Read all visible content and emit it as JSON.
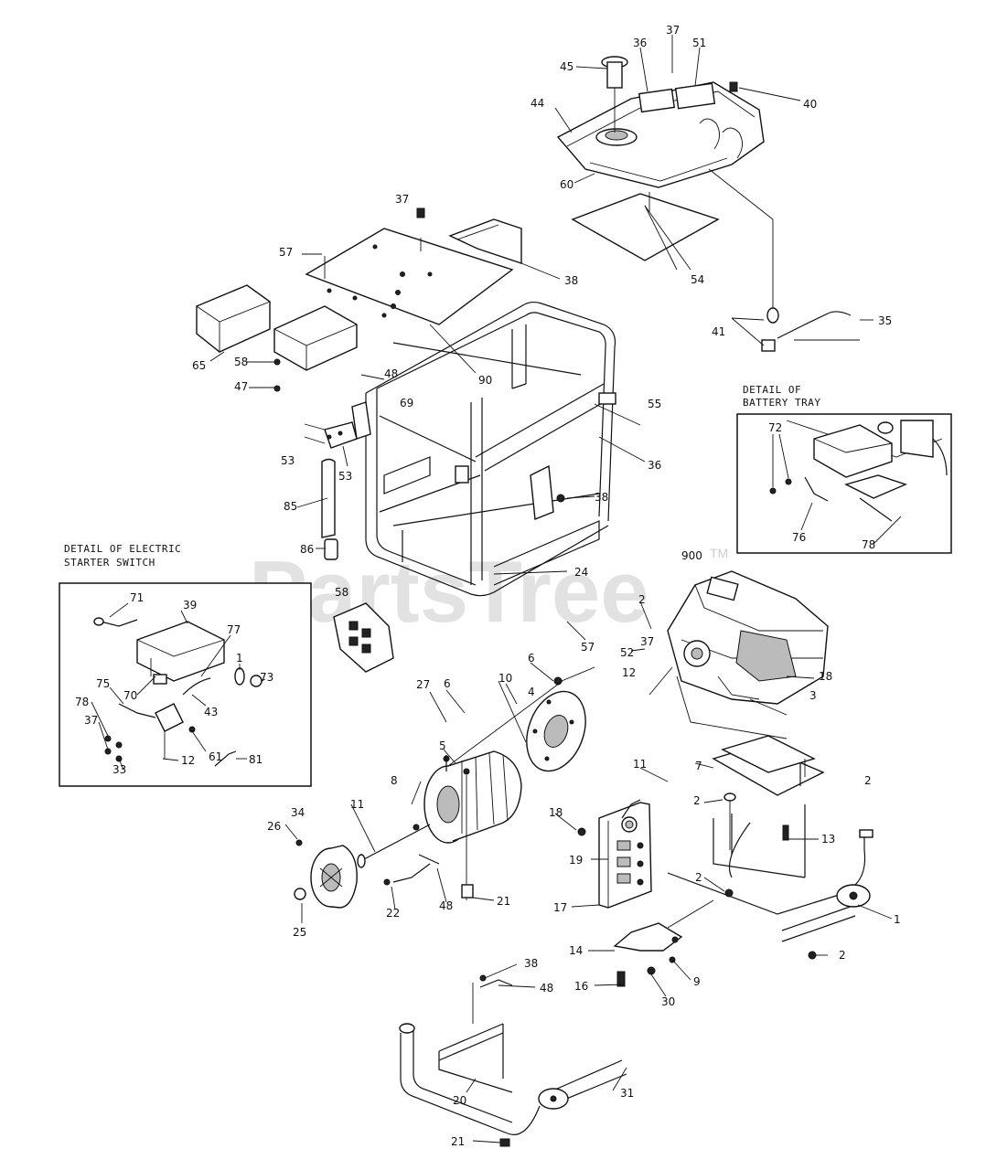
{
  "watermark": {
    "text": "PartsTree",
    "tm": "TM"
  },
  "detail_electric": {
    "line1": "DETAIL  OF  ELECTRIC",
    "line2": "STARTER  SWITCH"
  },
  "detail_battery": {
    "line1": "DETAIL  OF",
    "line2": "BATTERY  TRAY"
  },
  "labels": {
    "l45": "45",
    "l36a": "36",
    "l37a": "37",
    "l51": "51",
    "l40": "40",
    "l44": "44",
    "l60": "60",
    "l54": "54",
    "l41": "41",
    "l35": "35",
    "l37b": "37",
    "l57a": "57",
    "l38a": "38",
    "l65": "65",
    "l58a": "58",
    "l47": "47",
    "l48a": "48",
    "l90": "90",
    "l53a": "53",
    "l53b": "53",
    "l55": "55",
    "l36b": "36",
    "l69": "69",
    "l38b": "38",
    "l85": "85",
    "l86": "86",
    "l58b": "58",
    "l24": "24",
    "l900": "900",
    "l2a": "2",
    "l57b": "57",
    "l52": "52",
    "l37c": "37",
    "l12a": "12",
    "l18a": "18",
    "l27": "27",
    "l6a": "6",
    "l6b": "6",
    "l4": "4",
    "l10": "10",
    "l5": "5",
    "l3": "3",
    "l7": "7",
    "l2b": "2",
    "l11a": "11",
    "l2c": "2",
    "l13": "13",
    "l8": "8",
    "l11b": "11",
    "l34": "34",
    "l26": "26",
    "l18b": "18",
    "l19": "19",
    "l22": "22",
    "l48b": "48",
    "l21a": "21",
    "l17": "17",
    "l2d": "2",
    "l1": "1",
    "l25": "25",
    "l14": "14",
    "l2e": "2",
    "l38c": "38",
    "l48c": "48",
    "l16": "16",
    "l30": "30",
    "l9": "9",
    "l20": "20",
    "l31": "31",
    "l21b": "21",
    "e71": "71",
    "e39": "39",
    "e77": "77",
    "e75": "75",
    "e70": "70",
    "e78": "78",
    "e37": "37",
    "e1": "1",
    "e73": "73",
    "e43": "43",
    "e33": "33",
    "e12": "12",
    "e61": "61",
    "e81": "81",
    "b72": "72",
    "b76": "76",
    "b78": "78"
  }
}
